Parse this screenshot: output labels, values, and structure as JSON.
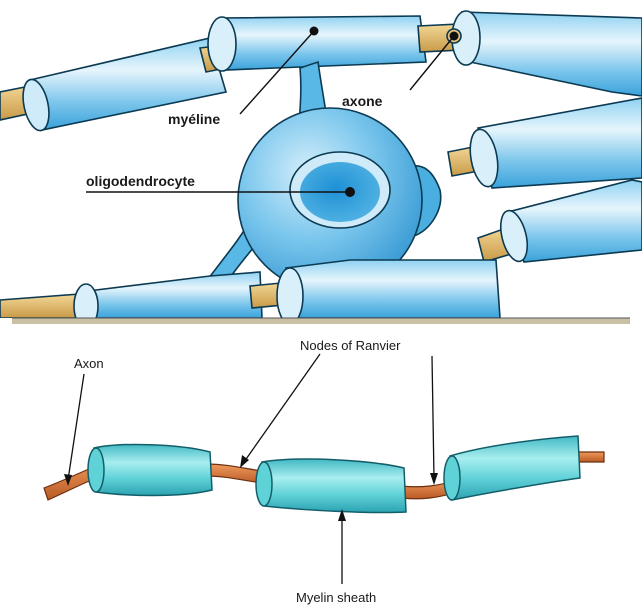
{
  "top_panel": {
    "labels": {
      "myelin": "myéline",
      "axon": "axone",
      "oligodendrocyte": "oligodendrocyte"
    }
  },
  "bottom_panel": {
    "labels": {
      "axon": "Axon",
      "nodes": "Nodes of Ranvier",
      "myelin_sheath": "Myelin sheath"
    }
  },
  "colors": {
    "myelin_blue": "#5ab8e6",
    "myelin_light": "#d8effa",
    "axon_tan": "#e8c37a",
    "cyan_sheath": "#5fd2d8",
    "orange_axon": "#d9773e",
    "divider": "#c9c0a6"
  }
}
